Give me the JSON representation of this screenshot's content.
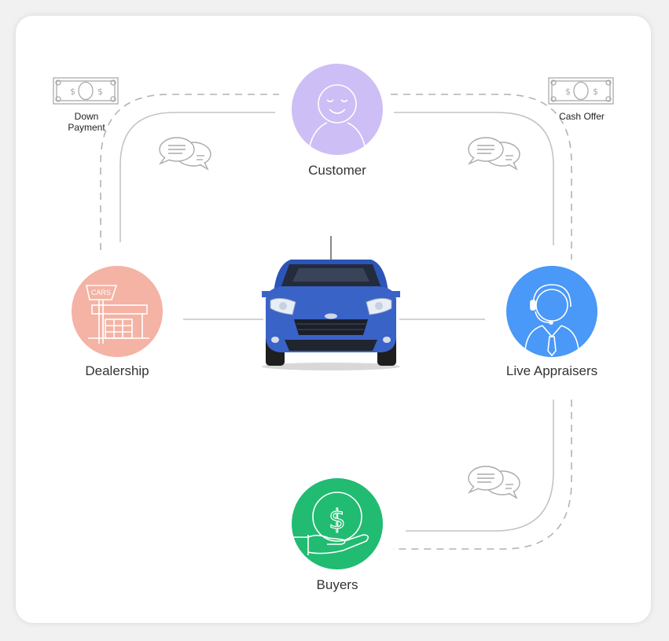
{
  "nodes": {
    "customer": {
      "label": "Customer",
      "color": "#cdbef5"
    },
    "dealership": {
      "label": "Dealership",
      "color": "#f4b3a5"
    },
    "appraisers": {
      "label": "Live Appraisers",
      "color": "#4a98f7"
    },
    "buyers": {
      "label": "Buyers",
      "color": "#21bb72"
    }
  },
  "money": {
    "down_payment": {
      "line1": "Down",
      "line2": "Payment"
    },
    "cash_offer": {
      "line1": "Cash Offer"
    }
  },
  "cars_sign": "CARS",
  "colors": {
    "solid_line": "#c4c4c4",
    "dashed_line": "#b4b4b4",
    "car_body": "#3a63c8",
    "icon_gray": "#aaaaaa"
  }
}
